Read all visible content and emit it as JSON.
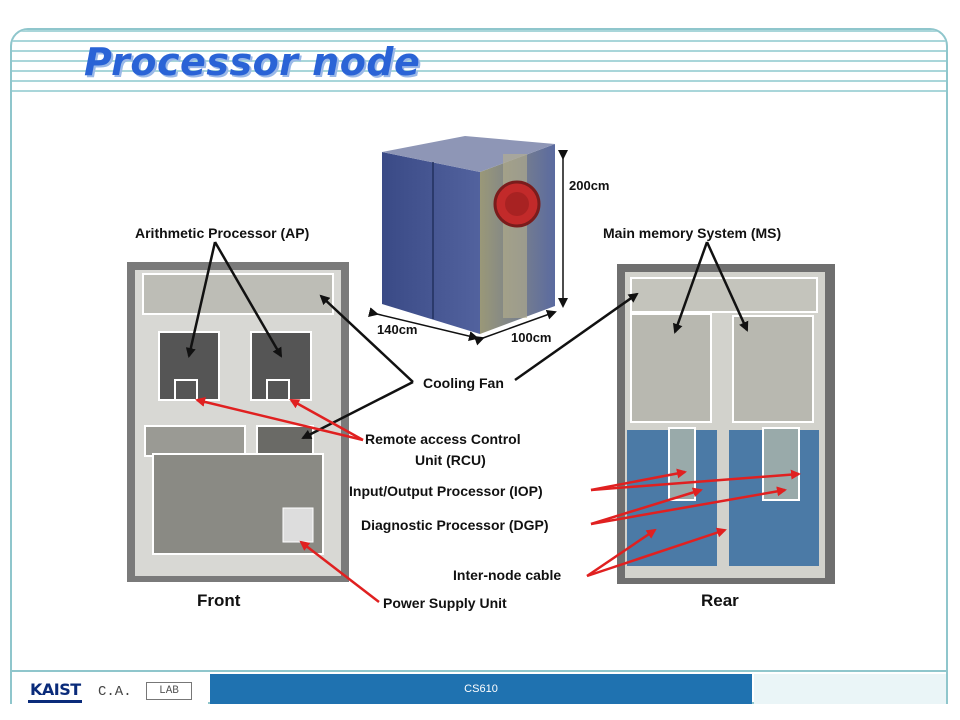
{
  "slide": {
    "title": "Processor node",
    "footer_text": "CS610",
    "logos": {
      "kaist": "KAIST",
      "calab_left": "C.A.",
      "calab_right": "LAB"
    }
  },
  "diagram": {
    "dimensions": {
      "height": "200cm",
      "width": "140cm",
      "depth": "100cm"
    },
    "labels": {
      "ap": "Arithmetic Processor (AP)",
      "ms": "Main memory System (MS)",
      "cooling_fan": "Cooling Fan",
      "rcu_line1": "Remote  access Control",
      "rcu_line2": "Unit (RCU)",
      "iop": "Input/Output Processor (IOP)",
      "dgp": "Diagnostic Processor (DGP)",
      "inter_node_cable": "Inter-node cable",
      "power_supply_unit": "Power Supply Unit",
      "front": "Front",
      "rear": "Rear"
    },
    "colors": {
      "arrow_black": "#111111",
      "arrow_red": "#e02020",
      "cabinet_blue": "#3b4f8f",
      "fan_red": "#c22a2a"
    }
  }
}
